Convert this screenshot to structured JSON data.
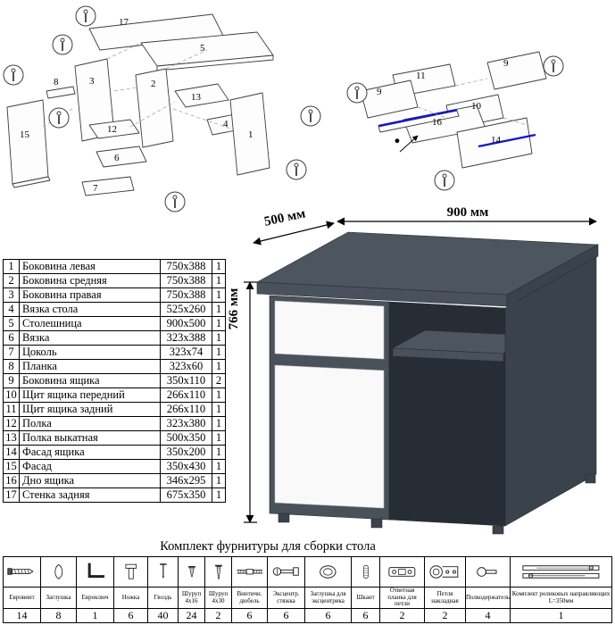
{
  "colors": {
    "desk-top": "#4d565f",
    "desk-front": "#49525b",
    "desk-side": "#3a424b",
    "desk-interior": "#262d34",
    "desk-white": "#f9f9f9",
    "accent-blue": "#1616c8"
  },
  "diagrams": {
    "left": {
      "labels": [
        "17",
        "5",
        "3",
        "2",
        "15",
        "13",
        "12",
        "6",
        "7",
        "4",
        "1",
        "8"
      ]
    },
    "right": {
      "labels": [
        "11",
        "9",
        "9",
        "10",
        "16",
        "14"
      ]
    }
  },
  "desk": {
    "dimensions": {
      "width": "900 мм",
      "depth": "500 мм",
      "height": "766 мм"
    }
  },
  "parts_table": {
    "rows": [
      {
        "num": "1",
        "name": "Боковина левая",
        "size": "750x388",
        "qty": "1"
      },
      {
        "num": "2",
        "name": "Боковина средняя",
        "size": "750x388",
        "qty": "1"
      },
      {
        "num": "3",
        "name": "Боковина правая",
        "size": "750x388",
        "qty": "1"
      },
      {
        "num": "4",
        "name": "Вязка стола",
        "size": "525x260",
        "qty": "1"
      },
      {
        "num": "5",
        "name": "Столешница",
        "size": "900x500",
        "qty": "1"
      },
      {
        "num": "6",
        "name": "Вязка",
        "size": "323x388",
        "qty": "1"
      },
      {
        "num": "7",
        "name": "Цоколь",
        "size": "323x74",
        "qty": "1"
      },
      {
        "num": "8",
        "name": "Планка",
        "size": "323x60",
        "qty": "1"
      },
      {
        "num": "9",
        "name": "Боковина ящика",
        "size": "350x110",
        "qty": "2"
      },
      {
        "num": "10",
        "name": "Щит ящика передний",
        "size": "266x110",
        "qty": "1"
      },
      {
        "num": "11",
        "name": "Щит ящика задний",
        "size": "266x110",
        "qty": "1"
      },
      {
        "num": "12",
        "name": "Полка",
        "size": "323x380",
        "qty": "1"
      },
      {
        "num": "13",
        "name": "Полка выкатная",
        "size": "500x350",
        "qty": "1"
      },
      {
        "num": "14",
        "name": "Фасад ящика",
        "size": "350x200",
        "qty": "1"
      },
      {
        "num": "15",
        "name": "Фасад",
        "size": "350x430",
        "qty": "1"
      },
      {
        "num": "16",
        "name": "Дно ящика",
        "size": "346x295",
        "qty": "1"
      },
      {
        "num": "17",
        "name": "Стенка задняя",
        "size": "675x350",
        "qty": "1"
      }
    ]
  },
  "hardware": {
    "title": "Комплект фурнитуры для сборки стола",
    "items": [
      {
        "icon": "confirmat-screw-icon",
        "name": "Евровинт",
        "qty": "14"
      },
      {
        "icon": "plug-icon",
        "name": "Заглушка",
        "qty": "8"
      },
      {
        "icon": "hex-key-icon",
        "name": "Евроключ",
        "qty": "1"
      },
      {
        "icon": "leg-icon",
        "name": "Ножка",
        "qty": "6"
      },
      {
        "icon": "nail-icon",
        "name": "Гвоздь",
        "qty": "40"
      },
      {
        "icon": "screw-4x16-icon",
        "name": "Шуруп 4x16",
        "qty": "24"
      },
      {
        "icon": "screw-4x30-icon",
        "name": "Шуруп 4x30",
        "qty": "2"
      },
      {
        "icon": "dowel-screw-icon",
        "name": "Винтичн. дюбель",
        "qty": "6"
      },
      {
        "icon": "cam-bolt-icon",
        "name": "Эксцентр. стяжка",
        "qty": "6"
      },
      {
        "icon": "cam-cap-icon",
        "name": "Заглушка для эксцентрика",
        "qty": "6"
      },
      {
        "icon": "dowel-icon",
        "name": "Шкант",
        "qty": "6"
      },
      {
        "icon": "hinge-plate-icon",
        "name": "Ответная планка для петли",
        "qty": "2"
      },
      {
        "icon": "hinge-icon",
        "name": "Петля накладная",
        "qty": "2"
      },
      {
        "icon": "shelf-support-icon",
        "name": "Полкодержатель",
        "qty": "4"
      },
      {
        "icon": "roller-guides-icon",
        "name": "Комплект роликовых направляющих L=350мм",
        "qty": "1"
      }
    ]
  }
}
